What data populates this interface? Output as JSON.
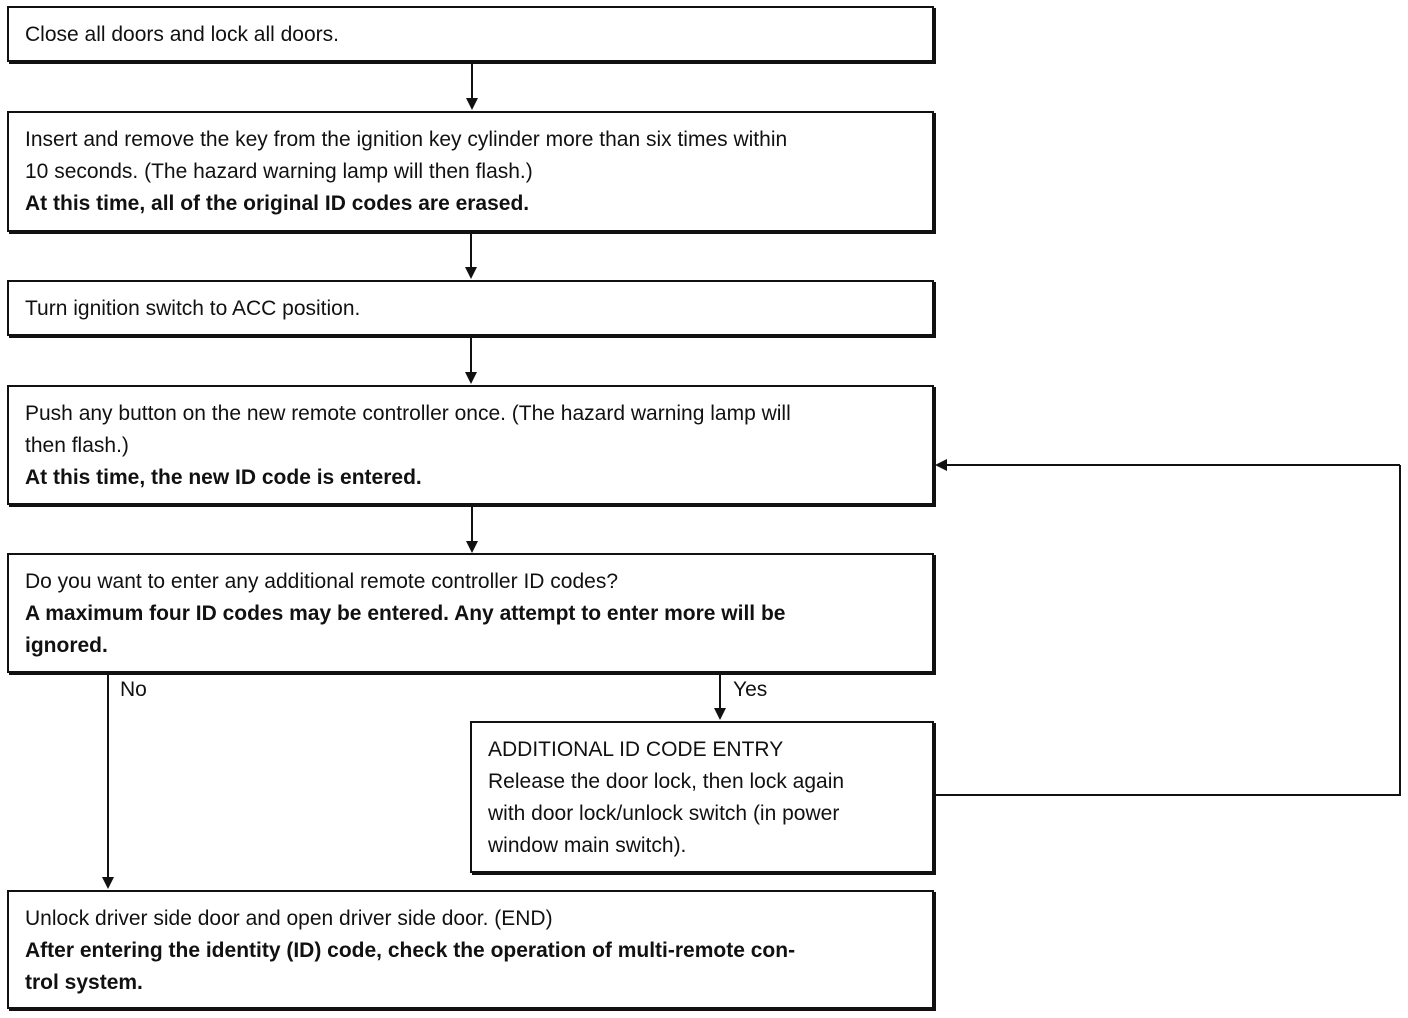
{
  "steps": {
    "close_doors": {
      "text": "Close all doors and lock all doors."
    },
    "insert_key": {
      "lines": [
        "Insert and remove the key from the ignition key cylinder more than six times within",
        "10 seconds. (The hazard warning lamp will then flash.)"
      ],
      "note": "At this time, all of the original ID codes are erased."
    },
    "ignition_acc": {
      "text": "Turn ignition switch to ACC position."
    },
    "push_button": {
      "lines": [
        "Push any button on the new remote controller once. (The hazard warning lamp will",
        "then flash.)"
      ],
      "note": "At this time, the new ID code is entered."
    },
    "additional_question": {
      "text": "Do you want to enter any additional remote controller ID codes?",
      "note_lines": [
        "A maximum four ID codes may be entered. Any attempt to enter more will be",
        "ignored."
      ]
    },
    "additional_entry": {
      "title": "ADDITIONAL ID CODE ENTRY",
      "lines": [
        "Release the door lock, then lock again",
        "with door lock/unlock switch (in power",
        "window main switch)."
      ]
    },
    "end": {
      "text": "Unlock driver side door and open driver side door. (END)",
      "note_lines": [
        "After entering the identity (ID) code, check the operation of multi-remote con-",
        "trol system."
      ]
    }
  },
  "branches": {
    "no_label": "No",
    "yes_label": "Yes"
  }
}
